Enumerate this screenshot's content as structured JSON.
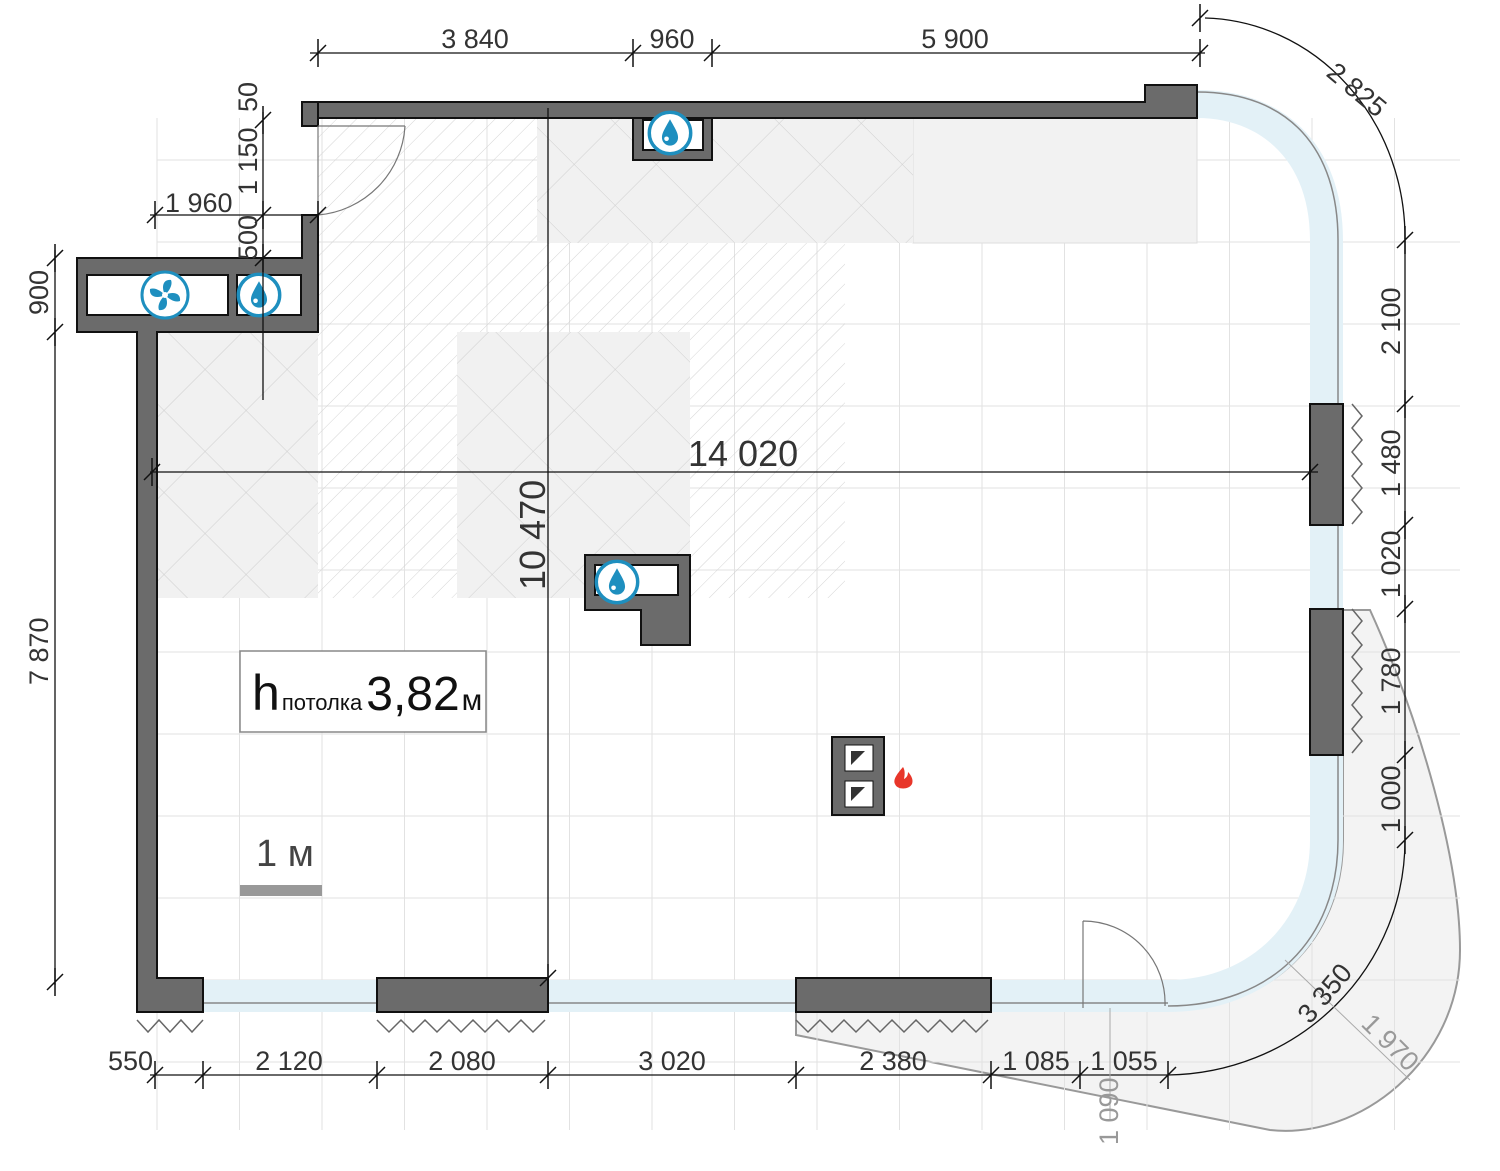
{
  "plan": {
    "ceiling_label": {
      "h": "h",
      "sub": "потолка",
      "value": "3,82",
      "unit": "м"
    },
    "scale_label": "1 м",
    "dimensions": {
      "top_1": "3 840",
      "top_2": "960",
      "top_3": "5 900",
      "arc_top": "2 825",
      "left_50": "50",
      "left_1150": "1 150",
      "left_500": "500",
      "left_1960": "1 960",
      "left_900": "900",
      "left_7870": "7 870",
      "width_total": "14 020",
      "height_total": "10 470",
      "right_2100": "2 100",
      "right_1480": "1 480",
      "right_1020": "1 020",
      "right_1780": "1 780",
      "right_1000": "1 000",
      "bottom_550": "550",
      "bottom_2120": "2 120",
      "bottom_2080": "2 080",
      "bottom_3020": "3 020",
      "bottom_2380": "2 380",
      "bottom_1085": "1 085",
      "bottom_1055": "1 055",
      "arc_bottom": "3 350",
      "balcony_1970": "1 970",
      "balcony_1090": "1 090"
    },
    "icons": [
      "water-drop-icon",
      "fan-icon",
      "fire-icon"
    ],
    "colors": {
      "wall": "#6b6b6b",
      "accent": "#1e8fbf",
      "glass": "#e3f1f7",
      "fire": "#e8362a"
    }
  }
}
